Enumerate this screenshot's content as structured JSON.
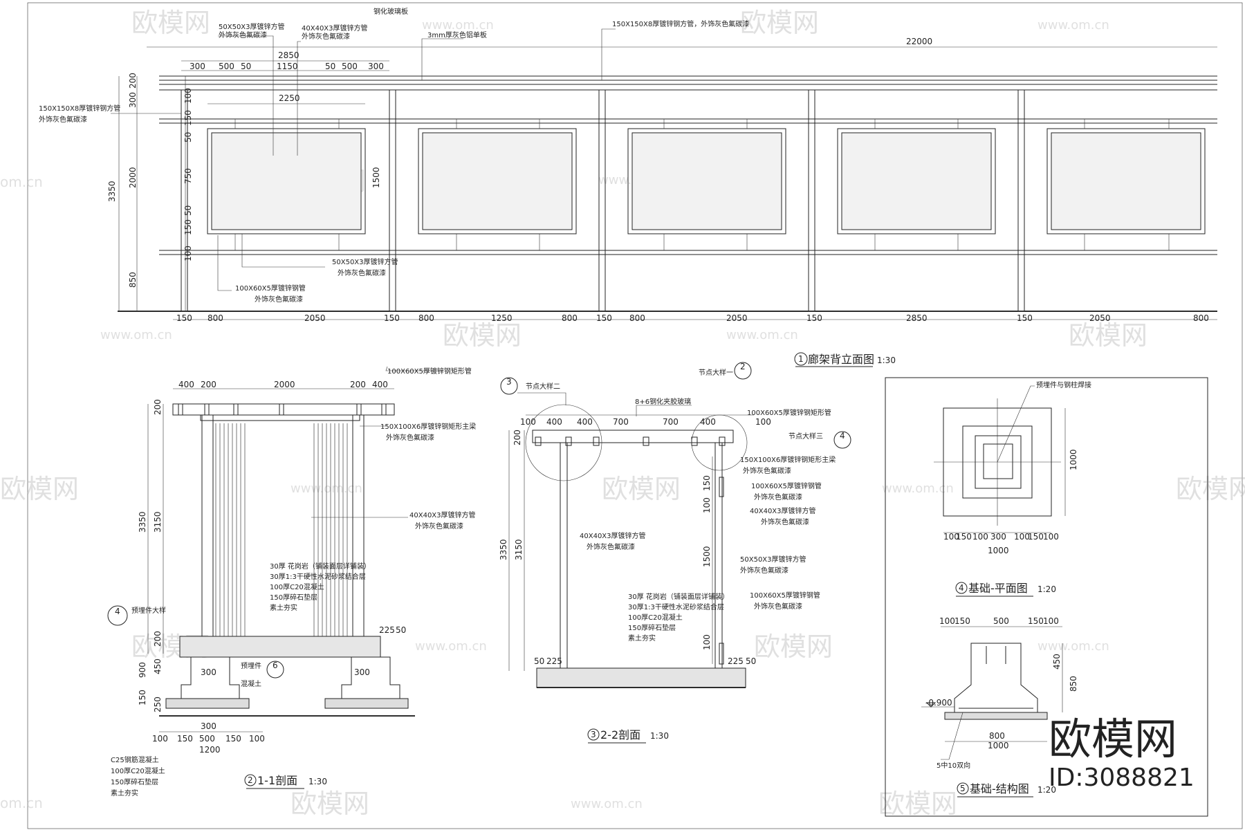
{
  "elevation": {
    "title": "廊架背立面图",
    "number": "1",
    "scale": "1:30",
    "top_total": "22000",
    "top_left_total": "2850",
    "top_segments": [
      "300",
      "500",
      "50",
      "1150",
      "50",
      "500",
      "300"
    ],
    "inner_width": "2250",
    "left_total": "3350",
    "left_segments": [
      "200",
      "300",
      "2000",
      "850"
    ],
    "left_inner": [
      "100",
      "150",
      "50",
      "750",
      "50",
      "150",
      "100"
    ],
    "panel_height": "1500",
    "bottom_dims": [
      "150",
      "800",
      "2050",
      "150",
      "800",
      "1250",
      "800",
      "150",
      "800",
      "2050",
      "150",
      "2850",
      "150",
      "2050",
      "800"
    ],
    "notes": [
      "50X50X3厚镀锌方管",
      "外饰灰色氟碳漆",
      "40X40X3厚镀锌方管",
      "外饰灰色氟碳漆",
      "钢化玻璃板",
      "3mm厚灰色铝单板",
      "150X150X8厚镀锌钢方管，外饰灰色氟碳漆",
      "150X150X8厚镀锌钢方管",
      "外饰灰色氟碳漆",
      "50X50X3厚镀锌方管",
      "外饰灰色氟碳漆",
      "100X60X5厚镀锌钢管",
      "外饰灰色氟碳漆"
    ]
  },
  "section11": {
    "title": "1-1剖面",
    "number": "2",
    "scale": "1:30",
    "top_dims": [
      "400",
      "200",
      "2000",
      "200",
      "400"
    ],
    "left_dims": [
      "200",
      "3350",
      "3150"
    ],
    "bottom_left": [
      "200",
      "450",
      "900",
      "150",
      "250"
    ],
    "bottom_dims": [
      "100",
      "150",
      "300",
      "500",
      "150",
      "100"
    ],
    "bottom_total": "1200",
    "small_dims": [
      "225",
      "50",
      "300",
      "300"
    ],
    "callout_a": "4",
    "callout_b": "6",
    "notes": [
      "100X60X5厚镀锌钢矩形管",
      "150X100X6厚镀锌钢矩形主梁",
      "外饰灰色氟碳漆",
      "40X40X3厚镀锌方管",
      "外饰灰色氟碳漆",
      "30厚 花岗岩（铺装面层详铺装）",
      "30厚1:3干硬性水泥砂浆结合层",
      "100厚C20混凝土",
      "150厚碎石垫层",
      "素土夯实",
      "预埋件大样",
      "预埋件",
      "混凝土",
      "C25钢筋混凝土",
      "100厚C20混凝土",
      "150厚碎石垫层",
      "素土夯实"
    ]
  },
  "section22": {
    "title": "2-2剖面",
    "number": "3",
    "scale": "1:30",
    "top_dims": [
      "100",
      "400",
      "400",
      "700",
      "700",
      "400",
      "100"
    ],
    "left_dims": [
      "200",
      "3350",
      "3150"
    ],
    "right_dims": [
      "150",
      "100",
      "1500",
      "100"
    ],
    "bottom_dims": [
      "50",
      "225",
      "225",
      "50"
    ],
    "callout_3": "3",
    "callout_2": "2",
    "callout_4": "4",
    "notes": [
      "节点大样二",
      "8+6钢化夹胶玻璃",
      "节点大样一",
      "100X60X5厚镀锌钢矩形管",
      "节点大样三",
      "150X100X6厚镀锌钢矩形主梁",
      "外饰灰色氟碳漆",
      "100X60X5厚镀锌钢管",
      "外饰灰色氟碳漆",
      "40X40X3厚镀锌方管",
      "外饰灰色氟碳漆",
      "40X40X3厚镀锌方管",
      "外饰灰色氟碳漆",
      "50X50X3厚镀锌方管",
      "外饰灰色氟碳漆",
      "100X60X5厚镀锌钢管",
      "外饰灰色氟碳漆",
      "30厚 花岗岩（铺装面层详铺装）",
      "30厚1:3干硬性水泥砂浆结合层",
      "100厚C20混凝土",
      "150厚碎石垫层",
      "素土夯实"
    ]
  },
  "foundation_plan": {
    "title": "基础-平面图",
    "number": "4",
    "scale": "1:20",
    "note": "预埋件与钢柱焊接",
    "right_dim": "1000",
    "bottom_dims": [
      "100",
      "150",
      "100",
      "300",
      "100",
      "150",
      "100"
    ],
    "bottom_total": "1000"
  },
  "foundation_structure": {
    "title": "基础-结构图",
    "number": "5",
    "scale": "1:20",
    "top_dims": [
      "100",
      "150",
      "500",
      "150",
      "100"
    ],
    "right_dims": [
      "450",
      "850"
    ],
    "level": "-0.900",
    "bottom_dims": [
      "800",
      "1000"
    ],
    "rebar_note": "5中10双向"
  },
  "watermark": {
    "brand": "欧模网",
    "url": "www.om.cn",
    "partial_url": "om.cn",
    "id": "ID:3088821"
  }
}
